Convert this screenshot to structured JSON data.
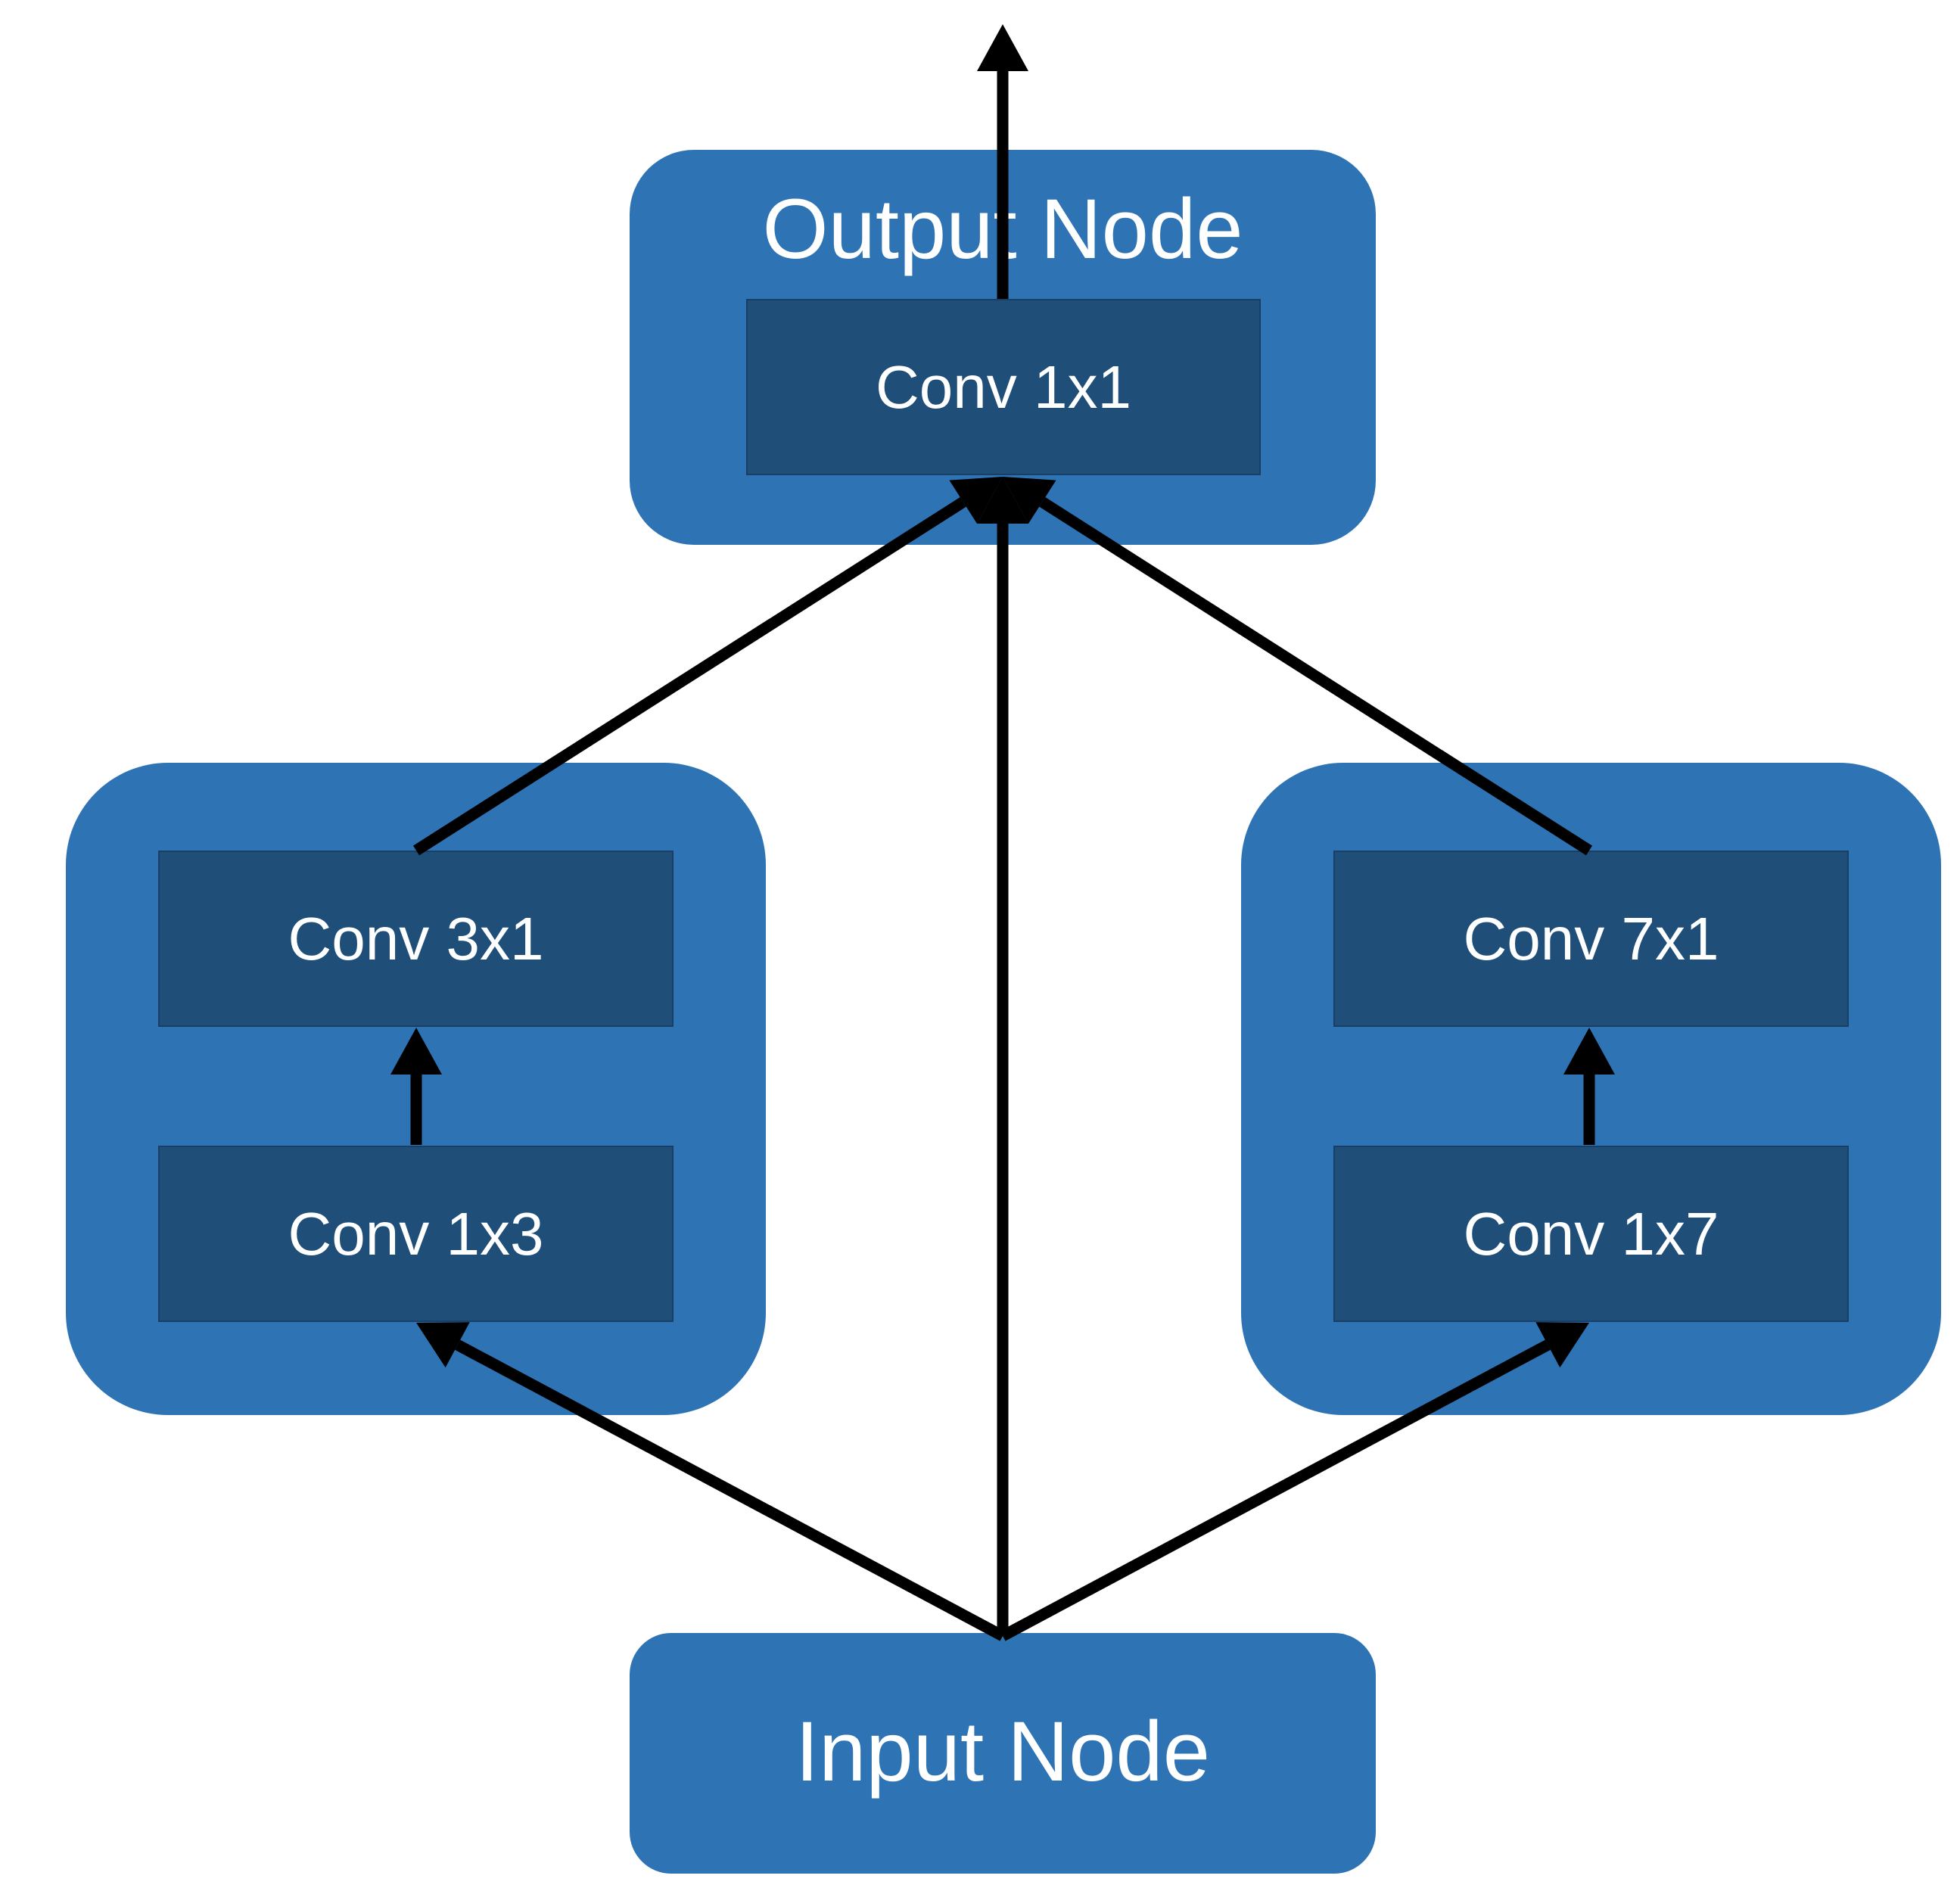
{
  "colors": {
    "node_fill": "#2e74b5",
    "conv_fill": "#1f4e79",
    "arrow": "#000000",
    "text": "#ffffff",
    "background": "#ffffff"
  },
  "output_node": {
    "title": "Output Node",
    "conv": "Conv 1x1"
  },
  "left_branch": {
    "conv_top": "Conv 3x1",
    "conv_bottom": "Conv 1x3"
  },
  "right_branch": {
    "conv_top": "Conv 7x1",
    "conv_bottom": "Conv 1x7"
  },
  "input_node": {
    "title": "Input Node"
  }
}
